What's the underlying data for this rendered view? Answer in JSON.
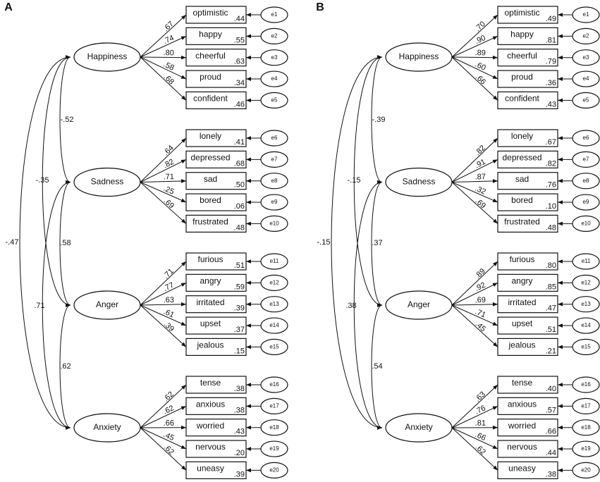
{
  "latents": [
    "Happiness",
    "Sadness",
    "Anger",
    "Anxiety"
  ],
  "indicators": [
    [
      "optimistic",
      "happy",
      "cheerful",
      "proud",
      "confident"
    ],
    [
      "lonely",
      "depressed",
      "sad",
      "bored",
      "frustrated"
    ],
    [
      "furious",
      "angry",
      "irritated",
      "upset",
      "jealous"
    ],
    [
      "tense",
      "anxious",
      "worried",
      "nervous",
      "uneasy"
    ]
  ],
  "errors": [
    "e1",
    "e2",
    "e3",
    "e4",
    "e5",
    "e6",
    "e7",
    "e8",
    "e9",
    "e10",
    "e11",
    "e12",
    "e13",
    "e14",
    "e15",
    "e16",
    "e17",
    "e18",
    "e19",
    "e20"
  ],
  "panels": [
    {
      "label": "A",
      "loadings": [
        [
          ".67",
          ".74",
          ".80",
          ".58",
          ".68"
        ],
        [
          ".64",
          ".82",
          ".71",
          ".25",
          ".69"
        ],
        [
          ".71",
          ".77",
          ".63",
          ".61",
          ".39"
        ],
        [
          ".62",
          ".62",
          ".66",
          ".45",
          ".62"
        ]
      ],
      "r_squared": [
        [
          ".44",
          ".55",
          ".63",
          ".34",
          ".46"
        ],
        [
          ".41",
          ".68",
          ".50",
          ".06",
          ".48"
        ],
        [
          ".51",
          ".59",
          ".39",
          ".37",
          ".15"
        ],
        [
          ".38",
          ".38",
          ".43",
          ".20",
          ".39"
        ]
      ],
      "covariances": [
        {
          "from": 0,
          "to": 1,
          "label": "-.52"
        },
        {
          "from": 0,
          "to": 2,
          "label": "-.35"
        },
        {
          "from": 0,
          "to": 3,
          "label": "-.47"
        },
        {
          "from": 1,
          "to": 2,
          "label": ".58"
        },
        {
          "from": 1,
          "to": 3,
          "label": ".71"
        },
        {
          "from": 2,
          "to": 3,
          "label": ".62"
        }
      ]
    },
    {
      "label": "B",
      "loadings": [
        [
          ".70",
          ".90",
          ".89",
          ".60",
          ".66"
        ],
        [
          ".82",
          ".91",
          ".87",
          ".32",
          ".69"
        ],
        [
          ".89",
          ".92",
          ".69",
          ".71",
          ".45"
        ],
        [
          ".63",
          ".76",
          ".81",
          ".66",
          ".62"
        ]
      ],
      "r_squared": [
        [
          ".49",
          ".81",
          ".79",
          ".36",
          ".43"
        ],
        [
          ".67",
          ".82",
          ".76",
          ".10",
          ".48"
        ],
        [
          ".80",
          ".85",
          ".47",
          ".51",
          ".21"
        ],
        [
          ".40",
          ".57",
          ".66",
          ".44",
          ".38"
        ]
      ],
      "covariances": [
        {
          "from": 0,
          "to": 1,
          "label": "-.39"
        },
        {
          "from": 0,
          "to": 2,
          "label": "-.15"
        },
        {
          "from": 0,
          "to": 3,
          "label": "-.15"
        },
        {
          "from": 1,
          "to": 2,
          "label": ".37"
        },
        {
          "from": 1,
          "to": 3,
          "label": ".38"
        },
        {
          "from": 2,
          "to": 3,
          "label": ".54"
        }
      ]
    }
  ]
}
